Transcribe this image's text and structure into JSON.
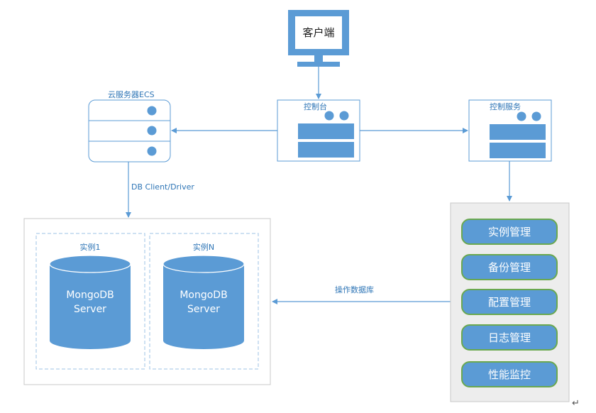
{
  "client": {
    "label": "客户端"
  },
  "console": {
    "label": "控制台"
  },
  "control_service": {
    "label": "控制服务"
  },
  "ecs": {
    "label": "云服务器ECS"
  },
  "edges": {
    "db_client": "DB Client/Driver",
    "operate_db": "操作数据库"
  },
  "instances": [
    {
      "label": "实例1",
      "db_line1": "MongoDB",
      "db_line2": "Server"
    },
    {
      "label": "实例N",
      "db_line1": "MongoDB",
      "db_line2": "Server"
    }
  ],
  "services": [
    {
      "label": "实例管理"
    },
    {
      "label": "备份管理"
    },
    {
      "label": "配置管理"
    },
    {
      "label": "日志管理"
    },
    {
      "label": "性能监控"
    }
  ],
  "colors": {
    "accent": "#5b9bd5",
    "accent_dark": "#2e75b6",
    "service_fill": "#6aa84f",
    "panel_fill": "#ededed"
  },
  "footer_mark": "↵"
}
